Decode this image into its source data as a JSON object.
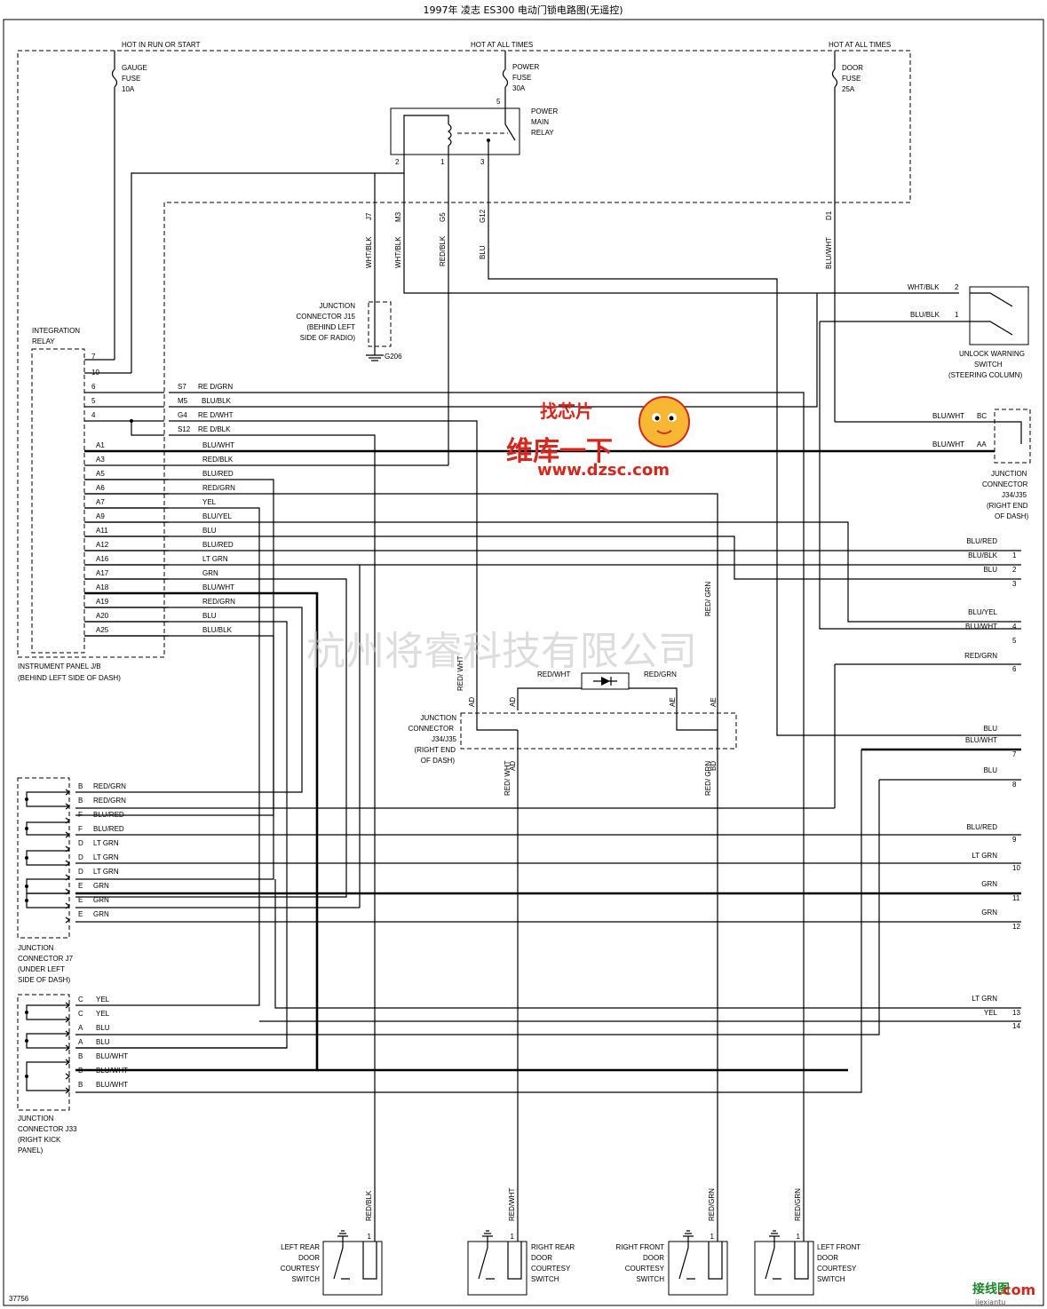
{
  "title": "1997年 凌志 ES300 电动门锁电路图(无遥控)",
  "figure_number": "37756",
  "feeds": {
    "hot_run_start": "HOT IN RUN OR START",
    "hot_all_1": "HOT AT ALL TIMES",
    "hot_all_2": "HOT AT ALL TIMES"
  },
  "fuses": {
    "gauge": [
      "GAUGE",
      "FUSE",
      "10A"
    ],
    "power": [
      "POWER",
      "FUSE",
      "30A"
    ],
    "door": [
      "DOOR",
      "FUSE",
      "25A"
    ]
  },
  "relay": {
    "label": [
      "POWER",
      "MAIN",
      "RELAY"
    ],
    "pins": [
      "5",
      "2",
      "1",
      "3"
    ]
  },
  "ip_jb": {
    "label": [
      "INSTRUMENT PANEL J/B",
      "(BEHIND LEFT SIDE OF DASH)"
    ],
    "relay_label": [
      "INTEGRATION",
      "RELAY"
    ],
    "connector_ids": [
      "J7",
      "M3",
      "G5",
      "G12",
      "D1"
    ],
    "wire_colors": [
      "WHT/BLK",
      "WHT/BLK",
      "RED/BLK",
      "BLU",
      "BLU/WHT"
    ],
    "relay_pins": [
      "7",
      "10",
      "6",
      "5",
      "4"
    ],
    "right_pins": [
      "S7",
      "M5",
      "G4",
      "S12"
    ],
    "right_wires": [
      "RE D/GRN",
      "BLU/BLK",
      "RE D/WHT",
      "RE D/BLK"
    ],
    "a_pins": [
      "A1",
      "A3",
      "A5",
      "A6",
      "A7",
      "A9",
      "A11",
      "A12",
      "A16",
      "A17",
      "A18",
      "A19",
      "A20",
      "A25"
    ],
    "a_wires": [
      "BLU/WHT",
      "RED/BLK",
      "BLU/RED",
      "RED/GRN",
      "YEL",
      "BLU/YEL",
      "BLU",
      "BLU/RED",
      "LT GRN",
      "GRN",
      "BLU/WHT",
      "RED/GRN",
      "BLU",
      "BLU/BLK"
    ]
  },
  "j15": {
    "label": [
      "JUNCTION",
      "CONNECTOR J15",
      "(BEHIND LEFT",
      "SIDE OF RADIO)"
    ],
    "ground": "G206"
  },
  "unlock_switch": {
    "label": [
      "UNLOCK WARNING",
      "SWITCH",
      "(STEERING COLUMN)"
    ],
    "pins": [
      "2",
      "1"
    ],
    "wires": [
      "WHT/BLK",
      "BLU/BLK"
    ]
  },
  "j34_top": {
    "label": [
      "JUNCTION",
      "CONNECTOR",
      "J34/J35",
      "(RIGHT END",
      "OF DASH)"
    ],
    "pins": [
      "BC",
      "AA"
    ],
    "wires": [
      "BLU/WHT",
      "BLU/WHT"
    ]
  },
  "j34_mid": {
    "label": [
      "JUNCTION",
      "CONNECTOR",
      "J34/J35",
      "(RIGHT END",
      "OF DASH)"
    ],
    "top_pins": [
      "AD",
      "AD",
      "AE",
      "AE"
    ],
    "bottom_pins": [
      "AD",
      "BD"
    ],
    "wire_red_wht": "RED/ WHT",
    "wire_red_grn": "RED/ GRN",
    "diode_wires": [
      "RED/WHT",
      "RED/GRN"
    ],
    "wire_red_grn_up": "RED/ GRN"
  },
  "right_outputs": {
    "numbers": [
      "1",
      "2",
      "3",
      "4",
      "5",
      "6",
      "7",
      "8",
      "9",
      "10",
      "11",
      "12",
      "13",
      "14"
    ],
    "wires": [
      "BLU/RED",
      "BLU/BLK",
      "BLU",
      "BLU/YEL",
      "BLU/WHT",
      "RED/GRN",
      "BLU/WHT",
      "BLU",
      "BLU/RED",
      "LT GRN",
      "GRN",
      "GRN",
      "LT GRN",
      "YEL"
    ],
    "mid_blu": "BLU"
  },
  "j7": {
    "label": [
      "JUNCTION",
      "CONNECTOR J7",
      "(UNDER LEFT",
      "SIDE OF DASH)"
    ],
    "pins": [
      "B",
      "B",
      "F",
      "F",
      "D",
      "D",
      "D",
      "E",
      "E",
      "E"
    ],
    "wires": [
      "RED/GRN",
      "RED/GRN",
      "BLU/RED",
      "BLU/RED",
      "LT GRN",
      "LT GRN",
      "LT GRN",
      "GRN",
      "GRN",
      "GRN"
    ]
  },
  "j33": {
    "label": [
      "JUNCTION",
      "CONNECTOR J33",
      "(RIGHT KICK",
      "PANEL)"
    ],
    "pins": [
      "C",
      "C",
      "A",
      "A",
      "B",
      "B",
      "B"
    ],
    "wires": [
      "YEL",
      "YEL",
      "BLU",
      "BLU",
      "BLU/WHT",
      "BLU/WHT",
      "BLU/WHT"
    ]
  },
  "courtesy_switches": [
    {
      "label": [
        "LEFT REAR",
        "DOOR",
        "COURTESY",
        "SWITCH"
      ],
      "wire": "RED/BLK",
      "pin": "1"
    },
    {
      "label": [
        "RIGHT REAR",
        "DOOR",
        "COURTESY",
        "SWITCH"
      ],
      "wire": "RED/WHT",
      "pin": "1"
    },
    {
      "label": [
        "RIGHT FRONT",
        "DOOR",
        "COURTESY",
        "SWITCH"
      ],
      "wire": "RED/GRN",
      "pin": "1"
    },
    {
      "label": [
        "LEFT FRONT",
        "DOOR",
        "COURTESY",
        "SWITCH"
      ],
      "wire": "RED/GRN",
      "pin": "1"
    }
  ],
  "watermarks": {
    "company": "杭州将睿科技有限公司",
    "logo_top": "找芯片",
    "logo_mid": "维库一下",
    "logo_url": "www.dzsc.com",
    "corner": "接线图",
    "corner_url": "jiexiantu",
    "corner_com": ".com"
  }
}
